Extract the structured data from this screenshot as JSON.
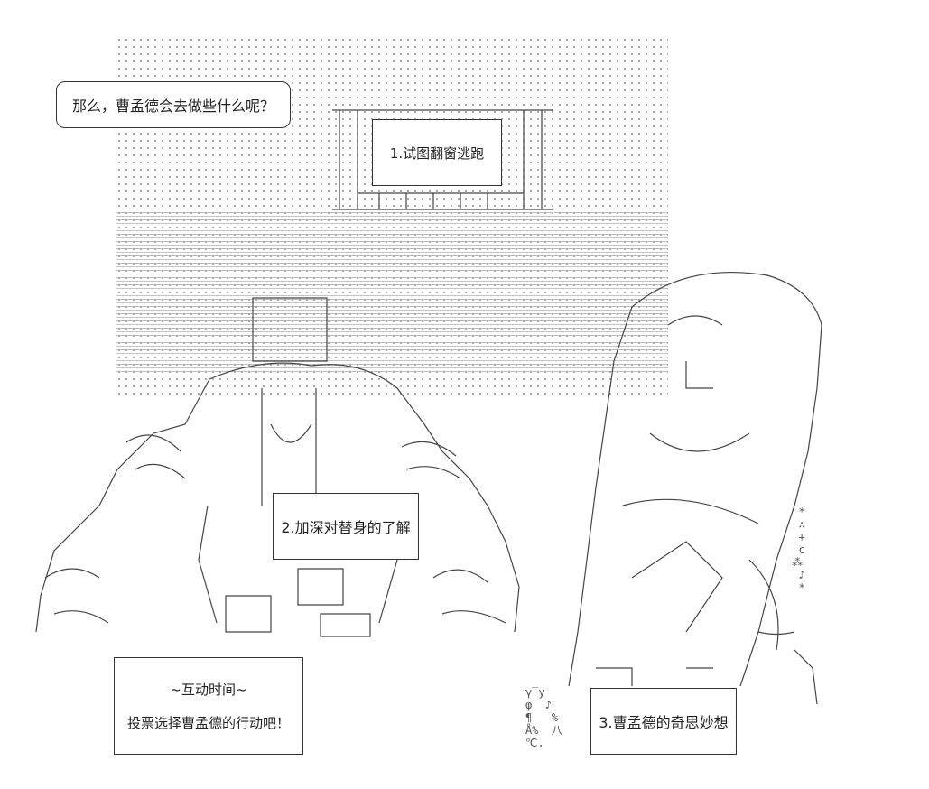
{
  "speech": {
    "text": "那么，曹孟德会去做些什么呢？"
  },
  "options": [
    {
      "label": "1.试图翻窗逃跑"
    },
    {
      "label": "2.加深对替身的了解"
    },
    {
      "label": "3.曹孟德的奇思妙想"
    }
  ],
  "interaction": {
    "title": "~互动时间~",
    "prompt": "投票选择曹孟德的行动吧！"
  }
}
